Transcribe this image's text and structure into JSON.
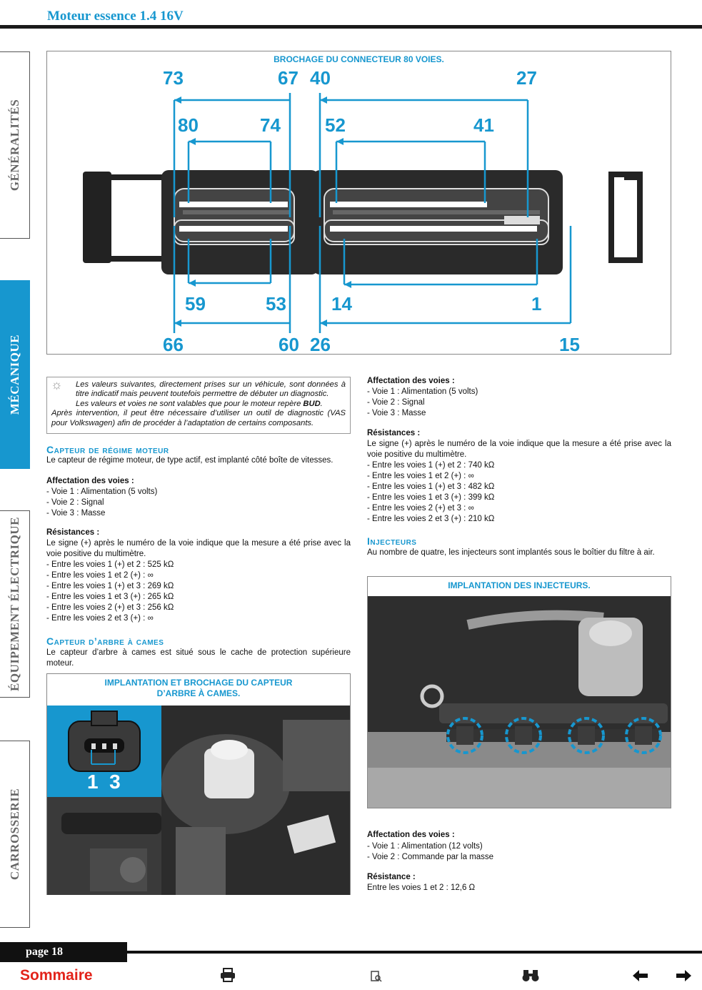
{
  "header": {
    "title": "Moteur essence 1.4 16V"
  },
  "tabs": [
    {
      "label": "GÉNÉRALITÉS",
      "active": false
    },
    {
      "label": "MÉCANIQUE",
      "active": true
    },
    {
      "label": "ÉQUIPEMENT ÉLECTRIQUE",
      "active": false
    },
    {
      "label": "CARROSSERIE",
      "active": false
    }
  ],
  "connector": {
    "caption": "BROCHAGE DU CONNECTEUR 80 VOIES.",
    "pins": {
      "p73": "73",
      "p67": "67",
      "p40": "40",
      "p27": "27",
      "p80": "80",
      "p74": "74",
      "p52": "52",
      "p41": "41",
      "p59": "59",
      "p53": "53",
      "p14": "14",
      "p1": "1",
      "p66": "66",
      "p60": "60",
      "p26": "26",
      "p15": "15"
    }
  },
  "note": {
    "line1": "Les valeurs suivantes, directement prises sur un véhicule, sont données à titre indicatif mais peuvent toutefois permettre de débuter un diagnostic.",
    "line2_prefix": "Les valeurs et voies ne sont valables que pour le moteur repère ",
    "engine_code": "BUD",
    "line3": "Après intervention, il peut être nécessaire d’utiliser un outil de diagnostic (VAS pour Volkswagen) afin de procéder à l’adaptation de certains composants."
  },
  "capteur_regime": {
    "title": "Capteur de régime moteur",
    "intro": "Le capteur de régime moteur, de type actif, est implanté côté boîte de vitesses.",
    "affect_title": "Affectation des voies :",
    "affect": [
      "- Voie 1 : Alimentation (5 volts)",
      "- Voie 2 : Signal",
      "- Voie 3 : Masse"
    ],
    "res_title": "Résistances :",
    "res_intro": "Le signe (+) après le numéro de la voie indique que la mesure a été prise avec la voie positive du multimètre.",
    "res": [
      "- Entre les voies 1 (+) et 2 : 525 kΩ",
      "- Entre les voies 1 et 2 (+) : ∞",
      "- Entre les voies 1 (+) et 3 : 269 kΩ",
      "- Entre les voies 1 et 3 (+) : 265 kΩ",
      "- Entre les voies 2 (+) et 3 : 256 kΩ",
      "- Entre les voies 2 et 3 (+) : ∞"
    ]
  },
  "capteur_cames": {
    "title": "Capteur d’arbre à cames",
    "intro": "Le capteur d’arbre à cames est situé sous le cache de protection supérieure moteur.",
    "fig_caption_1": "IMPLANTATION ET BROCHAGE DU CAPTEUR",
    "fig_caption_2": "D’ARBRE À CAMES.",
    "pin_labels": "1  3",
    "affect_title": "Affectation des voies :",
    "affect": [
      "- Voie 1 : Alimentation (5 volts)",
      "- Voie 2 : Signal",
      "- Voie 3 : Masse"
    ],
    "res_title": "Résistances :",
    "res_intro": "Le signe (+) après le numéro de la voie indique que la mesure a été prise avec la voie positive du multimètre.",
    "res": [
      "- Entre les voies 1 (+) et 2 : 740 kΩ",
      "- Entre les voies 1 et 2 (+) : ∞",
      "- Entre les voies 1 (+) et 3 : 482 kΩ",
      "- Entre les voies 1 et 3 (+) : 399 kΩ",
      "- Entre les voies 2 (+) et 3 : ∞",
      "- Entre les voies 2 et 3 (+) : 210 kΩ"
    ]
  },
  "injecteurs": {
    "title": "Injecteurs",
    "intro": "Au nombre de quatre, les injecteurs sont implantés sous le boîtier du filtre à air.",
    "fig_caption": "IMPLANTATION DES INJECTEURS.",
    "affect_title": "Affectation des voies :",
    "affect": [
      "- Voie 1 : Alimentation (12 volts)",
      "- Voie 2 : Commande par la masse"
    ],
    "res_title": "Résistance :",
    "res_value": "Entre les voies 1 et 2 : 12,6 Ω"
  },
  "footer": {
    "page": "page 18",
    "sommaire": "Sommaire",
    "icons": [
      "printer-icon",
      "search-document-icon",
      "binoculars-icon",
      "arrow-left-icon",
      "arrow-right-icon"
    ]
  },
  "colors": {
    "accent": "#1797cf",
    "sommaire": "#e2231a",
    "rule": "#1a1a1a"
  }
}
